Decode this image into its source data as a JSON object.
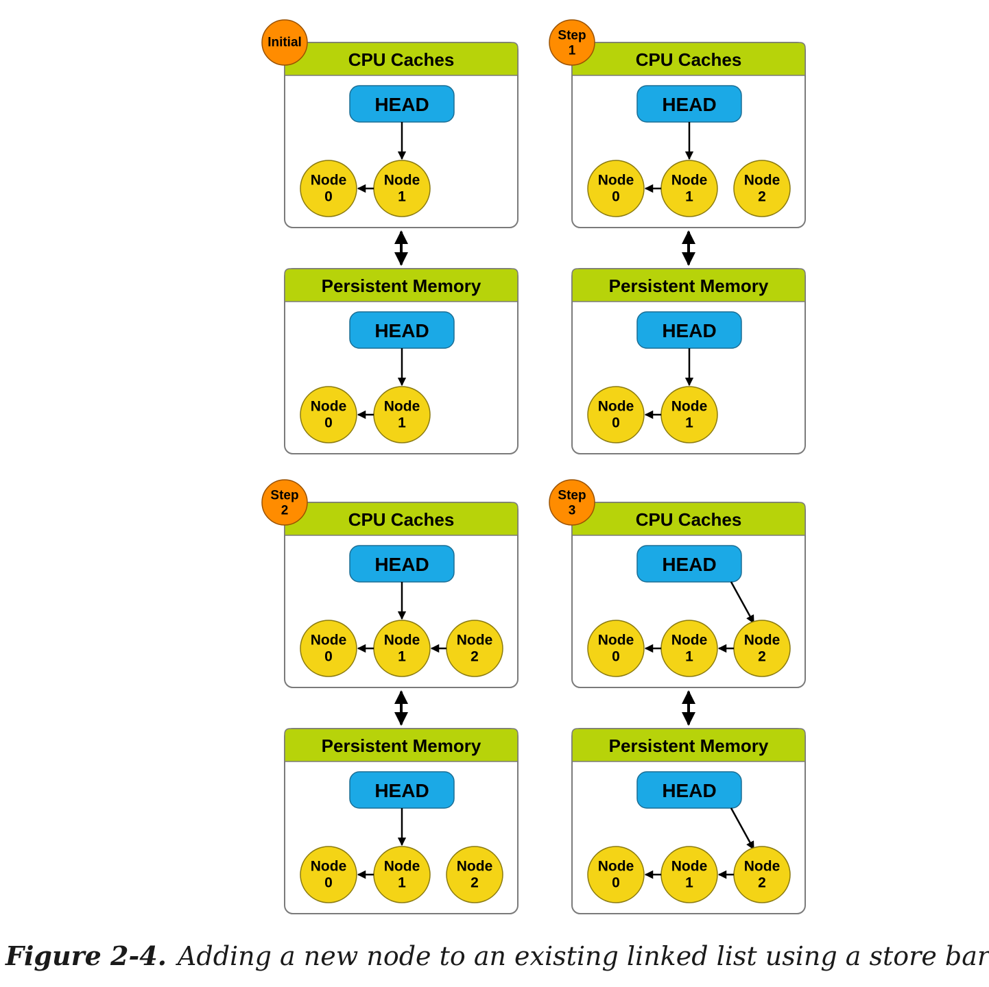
{
  "colors": {
    "header": "#b7d30a",
    "head": "#1ba9e6",
    "node": "#f4d416",
    "badge": "#ff8c00",
    "border": "#7a7a7a",
    "arrow": "#000000"
  },
  "labels": {
    "cpu": "CPU Caches",
    "pm": "Persistent Memory",
    "head": "HEAD",
    "node_word": "Node"
  },
  "caption": {
    "figure": "Figure 2-4.",
    "text": "Adding a new node to an existing linked list using a store barrier"
  },
  "panels": [
    {
      "badge": [
        "Initial"
      ],
      "cpu": {
        "nodes": [
          "0",
          "1"
        ],
        "links": [
          [
            "1",
            "0"
          ]
        ],
        "head_to": "1"
      },
      "pm": {
        "nodes": [
          "0",
          "1"
        ],
        "links": [
          [
            "1",
            "0"
          ]
        ],
        "head_to": "1"
      }
    },
    {
      "badge": [
        "Step",
        "1"
      ],
      "cpu": {
        "nodes": [
          "0",
          "1",
          "2"
        ],
        "links": [
          [
            "1",
            "0"
          ]
        ],
        "head_to": "1"
      },
      "pm": {
        "nodes": [
          "0",
          "1"
        ],
        "links": [
          [
            "1",
            "0"
          ]
        ],
        "head_to": "1"
      }
    },
    {
      "badge": [
        "Step",
        "2"
      ],
      "cpu": {
        "nodes": [
          "0",
          "1",
          "2"
        ],
        "links": [
          [
            "1",
            "0"
          ],
          [
            "2",
            "1"
          ]
        ],
        "head_to": "1"
      },
      "pm": {
        "nodes": [
          "0",
          "1",
          "2"
        ],
        "links": [
          [
            "1",
            "0"
          ]
        ],
        "head_to": "1"
      }
    },
    {
      "badge": [
        "Step",
        "3"
      ],
      "cpu": {
        "nodes": [
          "0",
          "1",
          "2"
        ],
        "links": [
          [
            "1",
            "0"
          ],
          [
            "2",
            "1"
          ]
        ],
        "head_to": "2"
      },
      "pm": {
        "nodes": [
          "0",
          "1",
          "2"
        ],
        "links": [
          [
            "1",
            "0"
          ],
          [
            "2",
            "1"
          ]
        ],
        "head_to": "2"
      }
    }
  ]
}
